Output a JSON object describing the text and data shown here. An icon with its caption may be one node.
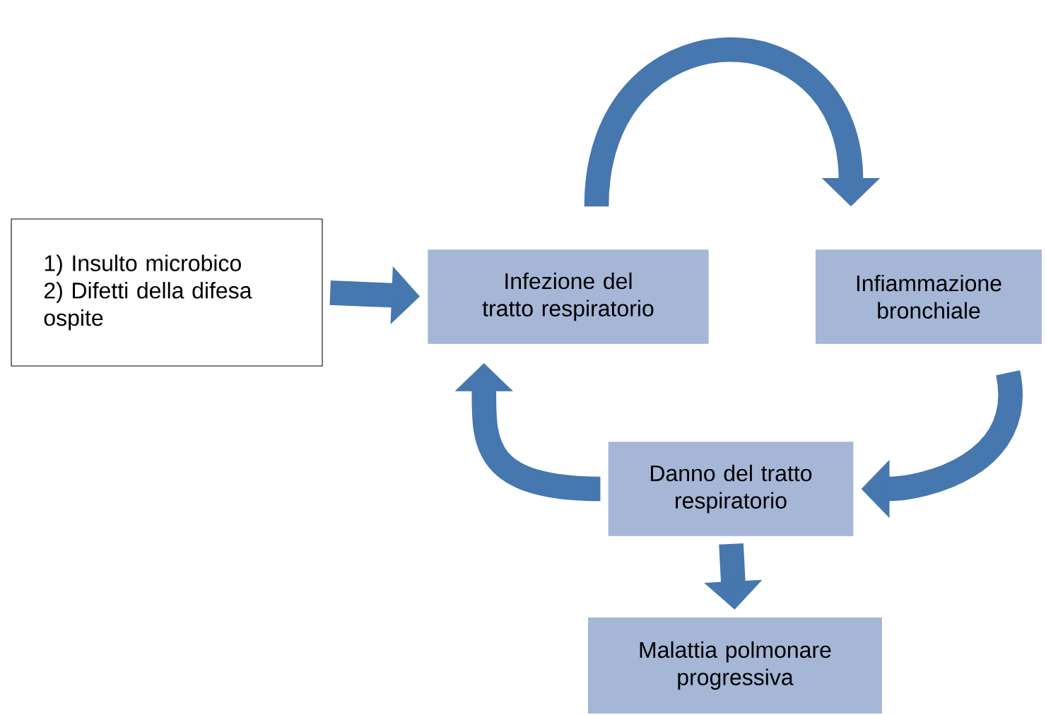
{
  "diagram": {
    "nodes": [
      {
        "text": [
          "1) Insulto microbico",
          "2) Difetti della difesa ospite"
        ]
      },
      {
        "text": [
          "Infezione del tratto respiratorio"
        ]
      },
      {
        "text": [
          "Infiammazione bronchiale"
        ]
      },
      {
        "text": [
          "Danno del tratto respiratorio"
        ]
      },
      {
        "text": [
          "Malattia polmonare progressiva"
        ]
      }
    ],
    "edges": [
      {
        "from": 0,
        "to": 1,
        "arrow": "to"
      },
      {
        "from": 1,
        "to": 2,
        "arrow": "to"
      },
      {
        "from": 2,
        "to": 3,
        "arrow": "to"
      },
      {
        "from": 3,
        "to": 1,
        "arrow": "to"
      },
      {
        "from": 3,
        "to": 4,
        "arrow": "to"
      }
    ]
  }
}
